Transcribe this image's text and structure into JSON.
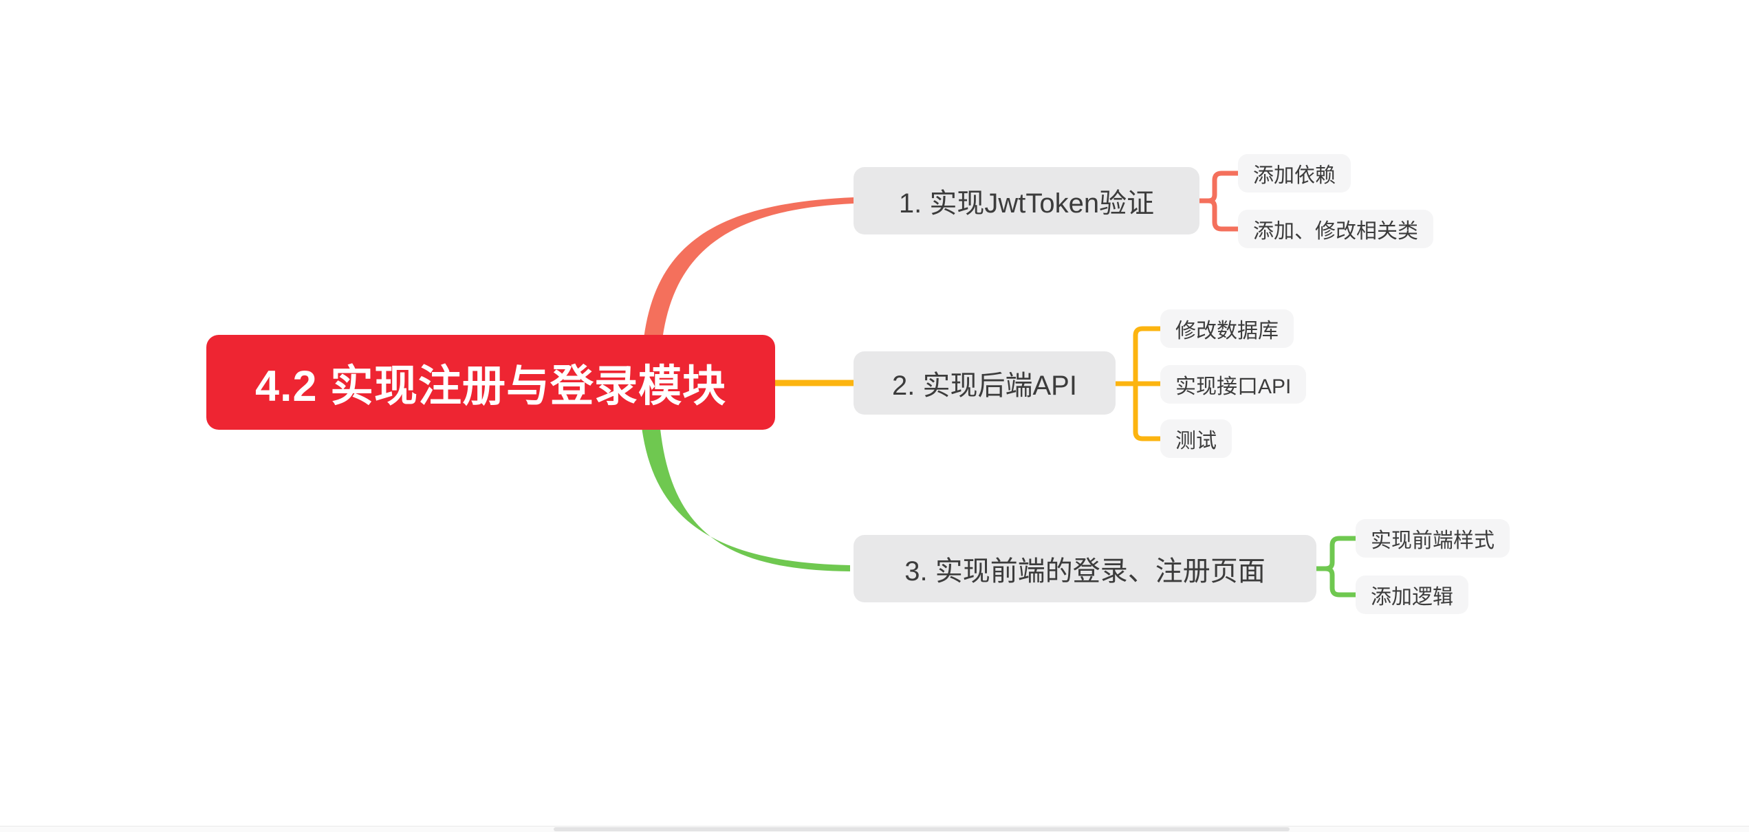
{
  "diagram": {
    "type": "mindmap",
    "background_color": "#ffffff"
  },
  "root": {
    "label": "4.2 实现注册与登录模块",
    "fill_color": "#ee2532",
    "text_color": "#ffffff"
  },
  "branches": [
    {
      "label": "1. 实现JwtToken验证",
      "fill_color": "#e8e8e9",
      "text_color": "#3c3c3c",
      "connector_color": "#f4705c",
      "children": [
        {
          "label": "添加依赖"
        },
        {
          "label": "添加、修改相关类"
        }
      ]
    },
    {
      "label": "2. 实现后端API",
      "fill_color": "#e8e8e9",
      "text_color": "#3c3c3c",
      "connector_color": "#fcb410",
      "children": [
        {
          "label": "修改数据库"
        },
        {
          "label": "实现接口API"
        },
        {
          "label": "测试"
        }
      ]
    },
    {
      "label": "3. 实现前端的登录、注册页面",
      "fill_color": "#e8e8e9",
      "text_color": "#3c3c3c",
      "connector_color": "#6fc850",
      "children": [
        {
          "label": "实现前端样式"
        },
        {
          "label": "添加逻辑"
        }
      ]
    }
  ],
  "child_node_fill_color": "#f5f5f6",
  "scrollbar": {
    "orientation": "horizontal",
    "position": "bottom"
  }
}
